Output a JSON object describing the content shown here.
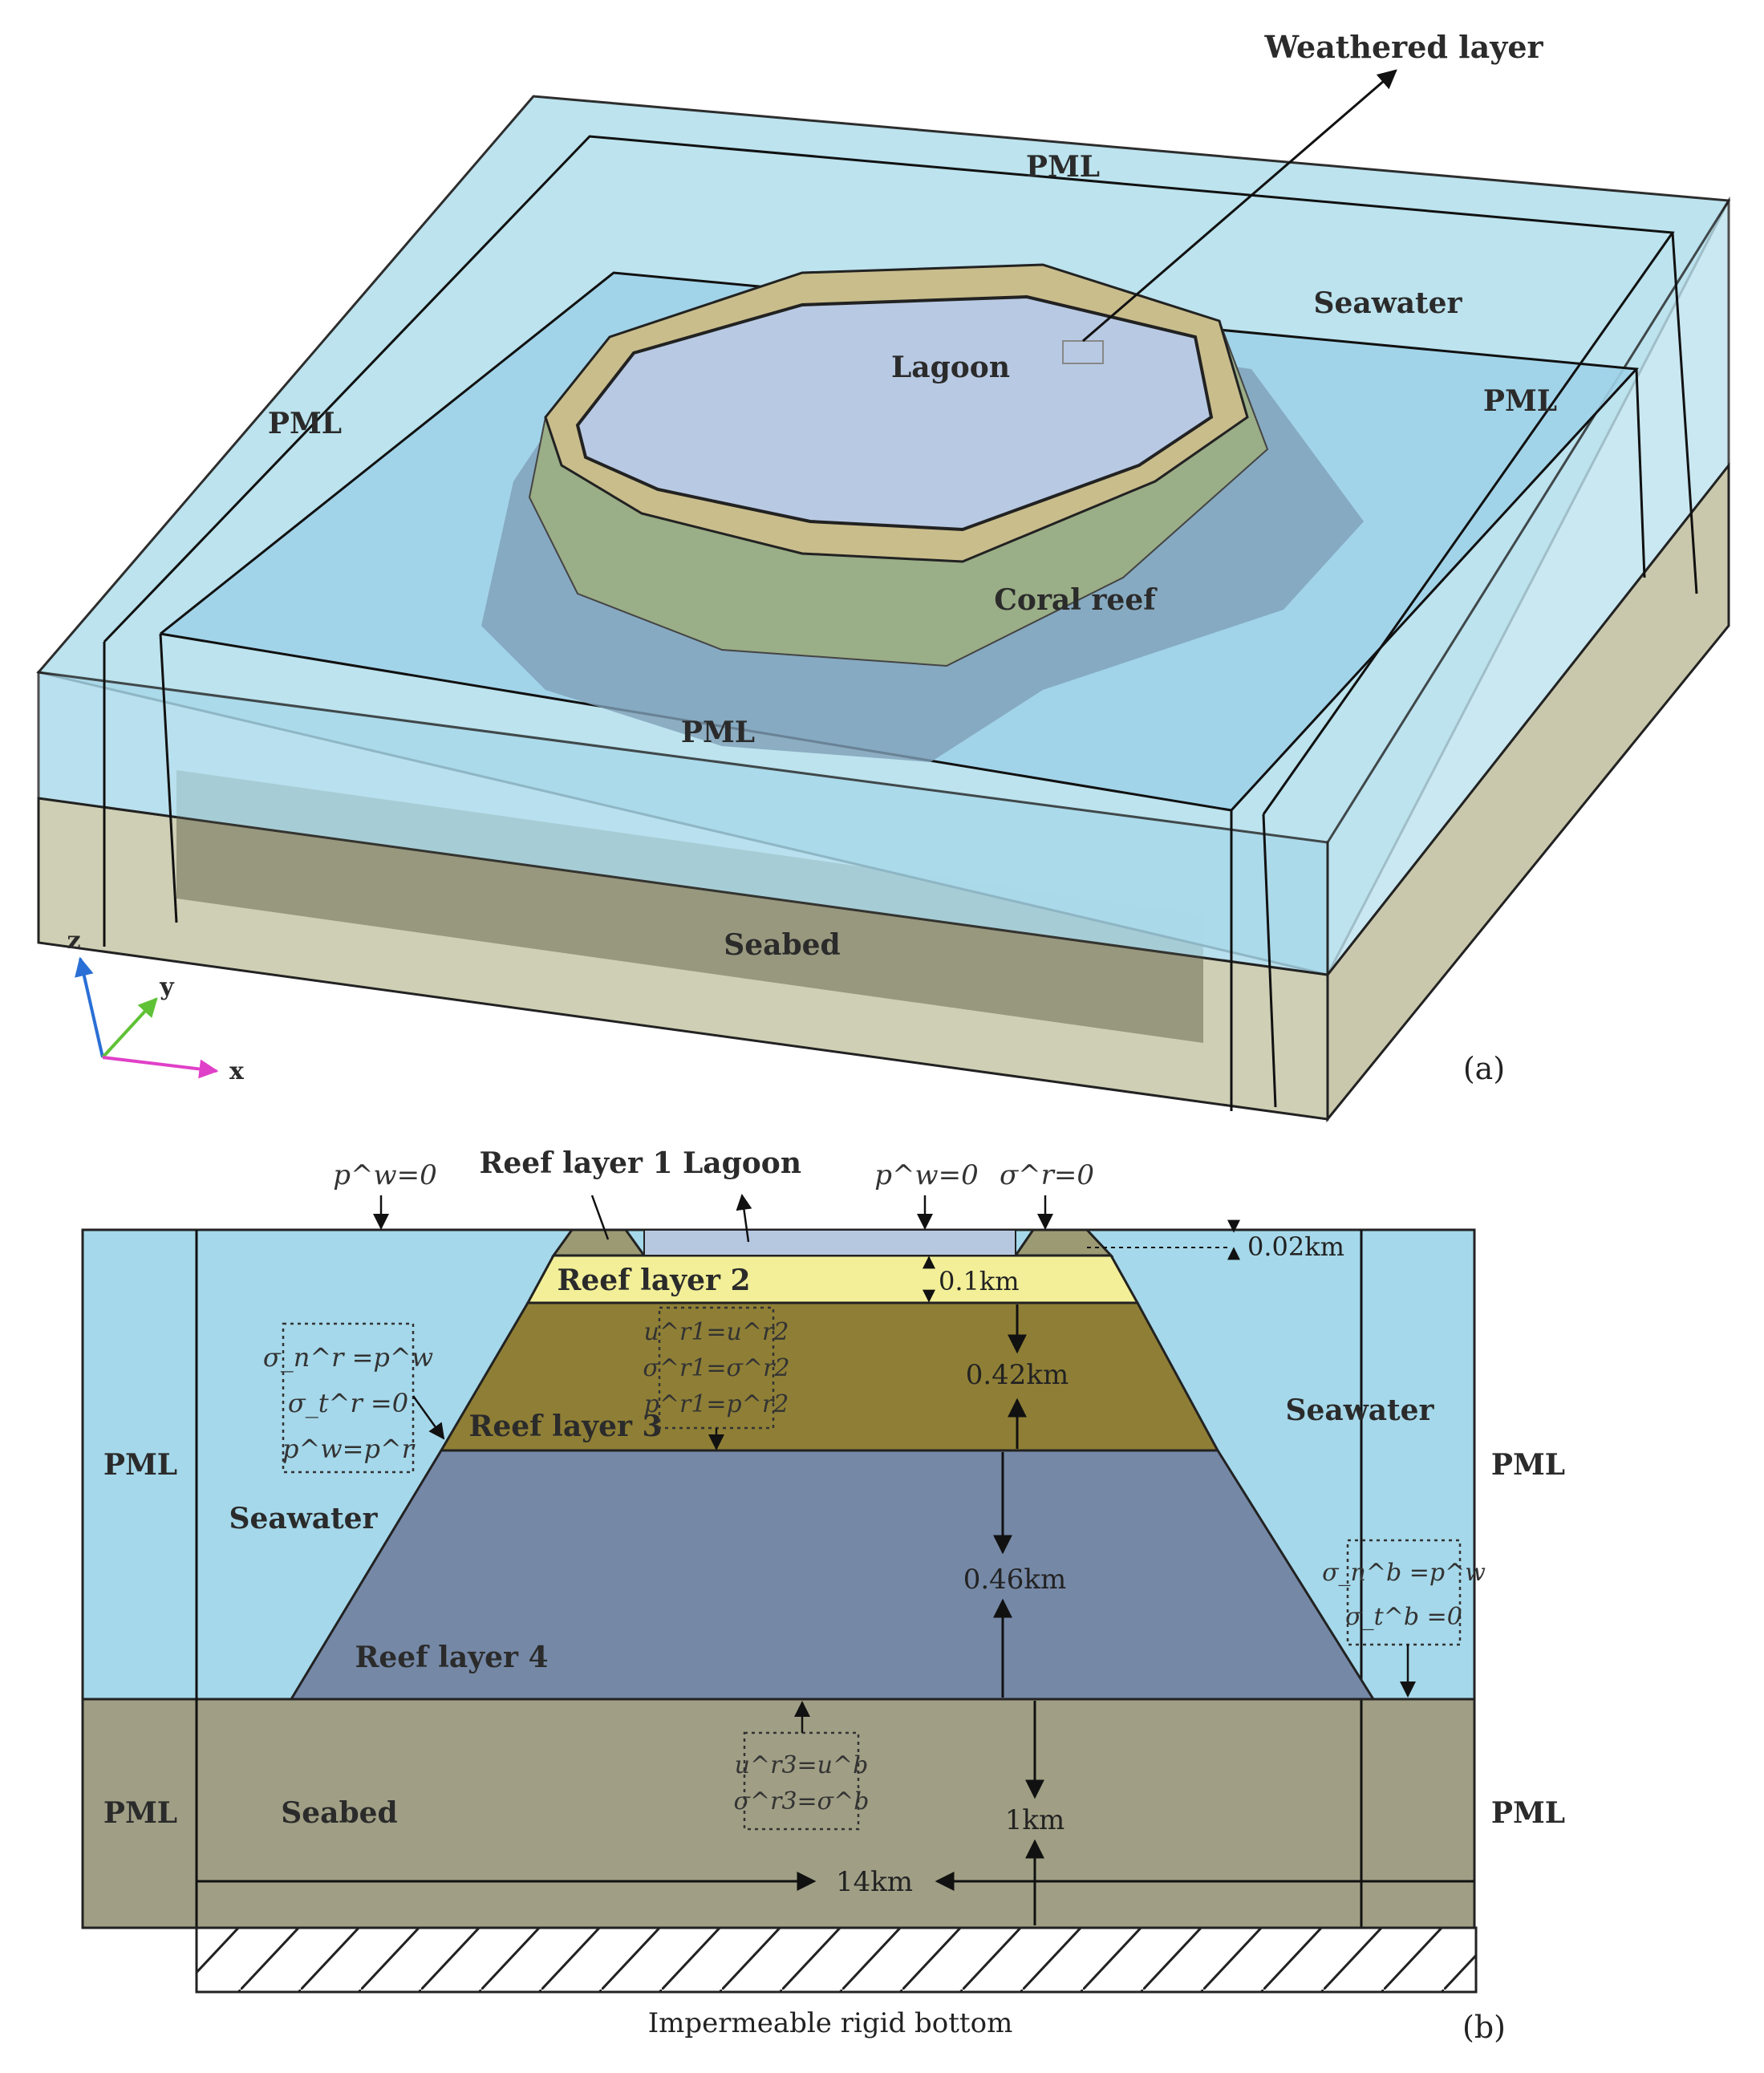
{
  "panel_a": {
    "tag": "(a)",
    "weathered_layer": "Weathered layer",
    "pml_top": "PML",
    "pml_left": "PML",
    "pml_right": "PML",
    "pml_front": "PML",
    "seawater": "Seawater",
    "lagoon": "Lagoon",
    "coral_reef": "Coral reef",
    "seabed": "Seabed",
    "axis_z": "z",
    "axis_y": "y",
    "axis_x": "x"
  },
  "panel_b": {
    "tag": "(b)",
    "reef_layer_1": "Reef layer 1",
    "lagoon": "Lagoon",
    "reef_layer_2": "Reef layer 2",
    "reef_layer_3": "Reef layer 3",
    "reef_layer_4": "Reef layer 4",
    "seawater_left": "Seawater",
    "seawater_right": "Seawater",
    "pml_left_top": "PML",
    "pml_right_top": "PML",
    "pml_left_bottom": "PML",
    "pml_right_bottom": "PML",
    "seabed": "Seabed",
    "bottom": "Impermeable rigid bottom",
    "dim_002": "0.02km",
    "dim_01": "0.1km",
    "dim_042": "0.42km",
    "dim_046": "0.46km",
    "dim_1": "1km",
    "dim_14": "14km",
    "bc_pw_left": "p^w=0",
    "bc_pw_right": "p^w=0",
    "bc_sigma": "σ^r=0",
    "box_left": [
      "σ_n^r =p^w",
      "σ_t^r =0",
      "p^w=p^r"
    ],
    "box_mid": [
      "u^r1=u^r2",
      "σ^r1=σ^r2",
      "p^r1=p^r2"
    ],
    "box_right": [
      "σ_n^b =p^w",
      "σ_t^b =0"
    ],
    "box_bottom": [
      "u^r3=u^b",
      "σ^r3=σ^b"
    ]
  },
  "colors": {
    "seawater": "#a5d8ea",
    "pml_water": "#c7e7f1",
    "seabed": "#a09f85",
    "reef1": "#9c9a73",
    "reef2": "#f2ef98",
    "reef3": "#8f7f36",
    "reef4": "#7588a6",
    "lagoon": "#b6c7e0"
  }
}
